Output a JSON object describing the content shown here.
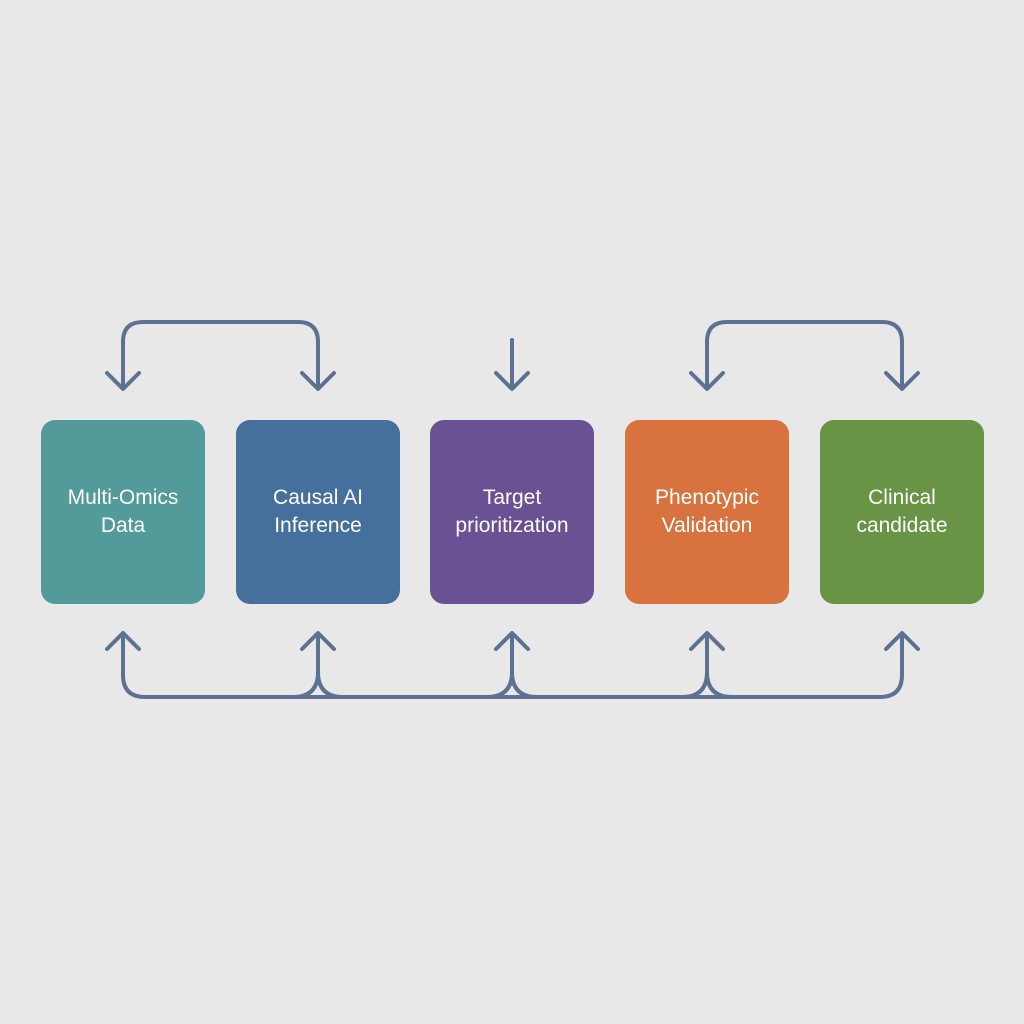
{
  "colors": {
    "background": "#e9e8e8",
    "connector": "#5d7293"
  },
  "stages": [
    {
      "label": "Multi-Omics\nData",
      "color": "#539a9b"
    },
    {
      "label": "Causal AI\nInference",
      "color": "#456f9d"
    },
    {
      "label": "Target\nprioritization",
      "color": "#6a5193"
    },
    {
      "label": "Phenotypic\nValidation",
      "color": "#d8733f"
    },
    {
      "label": "Clinical\ncandidate",
      "color": "#6a9445"
    }
  ]
}
